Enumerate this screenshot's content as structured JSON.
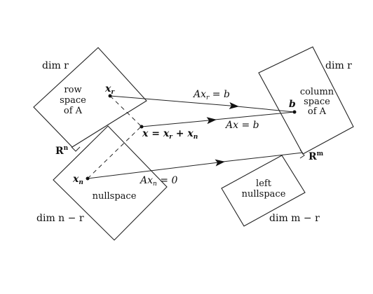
{
  "left": {
    "row_space_dim": "dim r",
    "row_space_label": [
      "row",
      "space",
      "of A"
    ],
    "nullspace_label": "nullspace",
    "nullspace_dim": "dim n − r",
    "domain_label": "R",
    "domain_sup": "n"
  },
  "right": {
    "column_space_dim": "dim r",
    "column_space_label": [
      "column",
      "space",
      "of A"
    ],
    "left_nullspace_label": [
      "left",
      "nullspace"
    ],
    "left_nullspace_dim": "dim m − r",
    "codomain_label": "R",
    "codomain_sup": "m"
  },
  "points": {
    "xr": "x",
    "xr_sub": "r",
    "x_eq": "x = x",
    "x_eq_r": "r",
    "x_eq_plus": " + x",
    "x_eq_n": "n",
    "xn": "x",
    "xn_sub": "n",
    "b": "b"
  },
  "arrows": {
    "axr": "Ax",
    "axr_sub": "r",
    "axr_rhs": " = b",
    "ax": "Ax = b",
    "axn": "Ax",
    "axn_sub": "n",
    "axn_rhs": " = 0"
  }
}
